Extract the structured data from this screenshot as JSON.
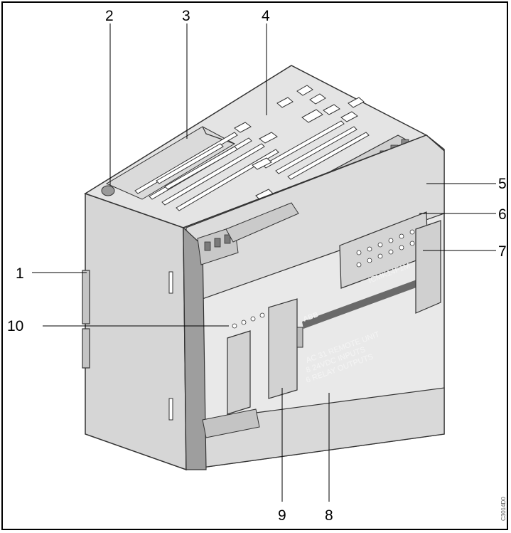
{
  "callouts": {
    "c1": "1",
    "c2": "2",
    "c3": "3",
    "c4": "4",
    "c5": "5",
    "c6": "6",
    "c7": "7",
    "c8": "8",
    "c9": "9",
    "c10": "10"
  },
  "device_print": {
    "brand": "ABB",
    "model": "ICMK14F1M",
    "line1": "AC 31 REMOTE UNIT",
    "line2": "8 24VDC INPUTS",
    "line3": "6 RELAY OUTPUTS"
  },
  "figure_code": "C3014D0"
}
